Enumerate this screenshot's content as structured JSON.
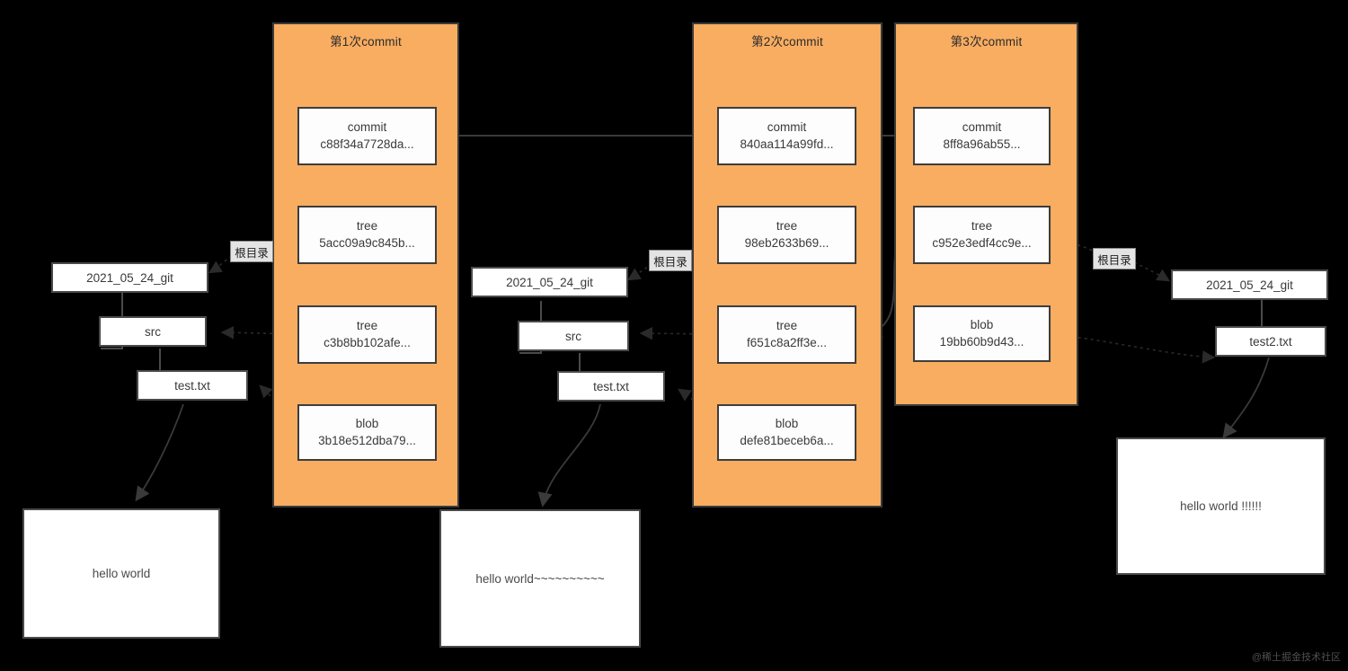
{
  "diagram": {
    "title": "Git object model across three commits",
    "background_color": "#000000",
    "panel_color": "#f9ad61",
    "node_color": "#fdfdfd",
    "border_color": "#3d3d3d"
  },
  "panels": [
    {
      "id": "commit1",
      "title": "第1次commit",
      "nodes": [
        {
          "name": "commit-node",
          "type": "commit",
          "hash": "c88f34a7728da..."
        },
        {
          "name": "tree-node-root",
          "type": "tree",
          "hash": "5acc09a9c845b..."
        },
        {
          "name": "tree-node-src",
          "type": "tree",
          "hash": "c3b8bb102afe..."
        },
        {
          "name": "blob-node",
          "type": "blob",
          "hash": "3b18e512dba79..."
        }
      ]
    },
    {
      "id": "commit2",
      "title": "第2次commit",
      "nodes": [
        {
          "name": "commit-node",
          "type": "commit",
          "hash": "840aa114a99fd..."
        },
        {
          "name": "tree-node-root",
          "type": "tree",
          "hash": "98eb2633b69..."
        },
        {
          "name": "tree-node-src",
          "type": "tree",
          "hash": "f651c8a2ff3e..."
        },
        {
          "name": "blob-node",
          "type": "blob",
          "hash": "defe81beceb6a..."
        }
      ]
    },
    {
      "id": "commit3",
      "title": "第3次commit",
      "nodes": [
        {
          "name": "commit-node",
          "type": "commit",
          "hash": "8ff8a96ab55..."
        },
        {
          "name": "tree-node-root",
          "type": "tree",
          "hash": "c952e3edf4cc9e..."
        },
        {
          "name": "blob-node",
          "type": "blob",
          "hash": "19bb60b9d43..."
        }
      ]
    }
  ],
  "trees": [
    {
      "id": "tree-left",
      "root_tag": "根目录",
      "items": [
        {
          "name": "repo-folder",
          "label": "2021_05_24_git"
        },
        {
          "name": "src-folder",
          "label": "src"
        },
        {
          "name": "file-test-txt",
          "label": "test.txt"
        }
      ]
    },
    {
      "id": "tree-middle",
      "root_tag": "根目录",
      "items": [
        {
          "name": "repo-folder",
          "label": "2021_05_24_git"
        },
        {
          "name": "src-folder",
          "label": "src"
        },
        {
          "name": "file-test-txt",
          "label": "test.txt"
        }
      ]
    },
    {
      "id": "tree-right",
      "root_tag": "根目录",
      "items": [
        {
          "name": "repo-folder",
          "label": "2021_05_24_git"
        },
        {
          "name": "file-test2-txt",
          "label": "test2.txt"
        }
      ]
    }
  ],
  "content_panes": [
    {
      "id": "pane-left",
      "name": "file-content-v1",
      "text": "hello world"
    },
    {
      "id": "pane-middle",
      "name": "file-content-v2",
      "text": "hello world~~~~~~~~~~"
    },
    {
      "id": "pane-right",
      "name": "file-content-v3",
      "text": "hello world !!!!!!"
    }
  ],
  "watermark": "@稀土掘金技术社区"
}
